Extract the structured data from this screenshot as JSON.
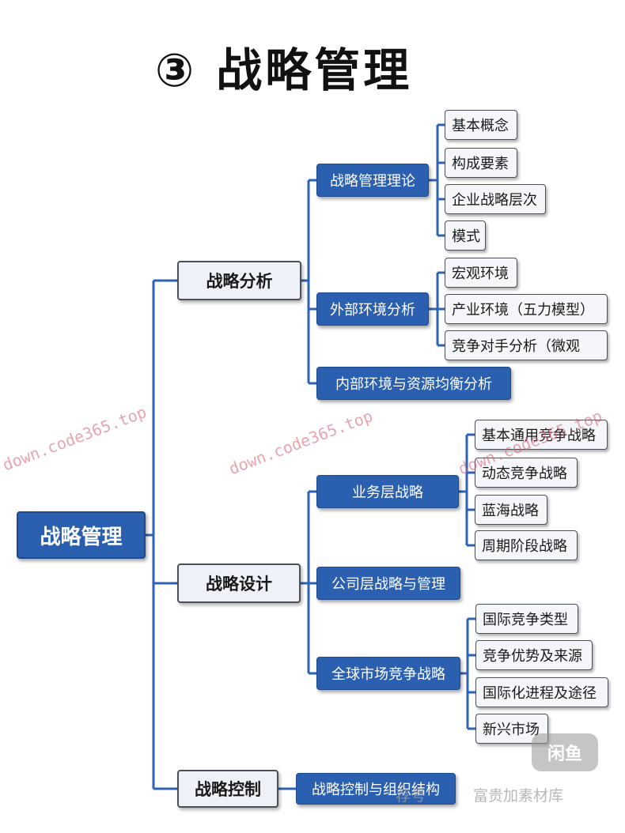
{
  "title": "③ 战略管理",
  "root": "战略管理",
  "branches": {
    "analysis": {
      "label": "战略分析",
      "theory": {
        "label": "战略管理理论",
        "items": [
          "基本概念",
          "构成要素",
          "企业战略层次",
          "模式"
        ]
      },
      "external": {
        "label": "外部环境分析",
        "items": [
          "宏观环境",
          "产业环境（五力模型）",
          "竞争对手分析（微观"
        ]
      },
      "internal": {
        "label": "内部环境与资源均衡分析"
      }
    },
    "design": {
      "label": "战略设计",
      "business": {
        "label": "业务层战略",
        "items": [
          "基本通用竞争战略",
          "动态竞争战略",
          "蓝海战略",
          "周期阶段战略"
        ]
      },
      "corporate": {
        "label": "公司层战略与管理"
      },
      "global": {
        "label": "全球市场竞争战略",
        "items": [
          "国际竞争类型",
          "竞争优势及来源",
          "国际化进程及途径",
          "新兴市场"
        ]
      }
    },
    "control": {
      "label": "战略控制",
      "org": {
        "label": "战略控制与组织结构"
      }
    }
  },
  "watermarks": {
    "url": "down.code365.top",
    "publisher_tag": "荐号",
    "publisher_name": "富贵加素材库",
    "logo": "闲鱼"
  },
  "colors": {
    "primary_blue": "#2b5fb0",
    "line_blue": "#2d62b4",
    "light_box": "#eef1f8"
  }
}
